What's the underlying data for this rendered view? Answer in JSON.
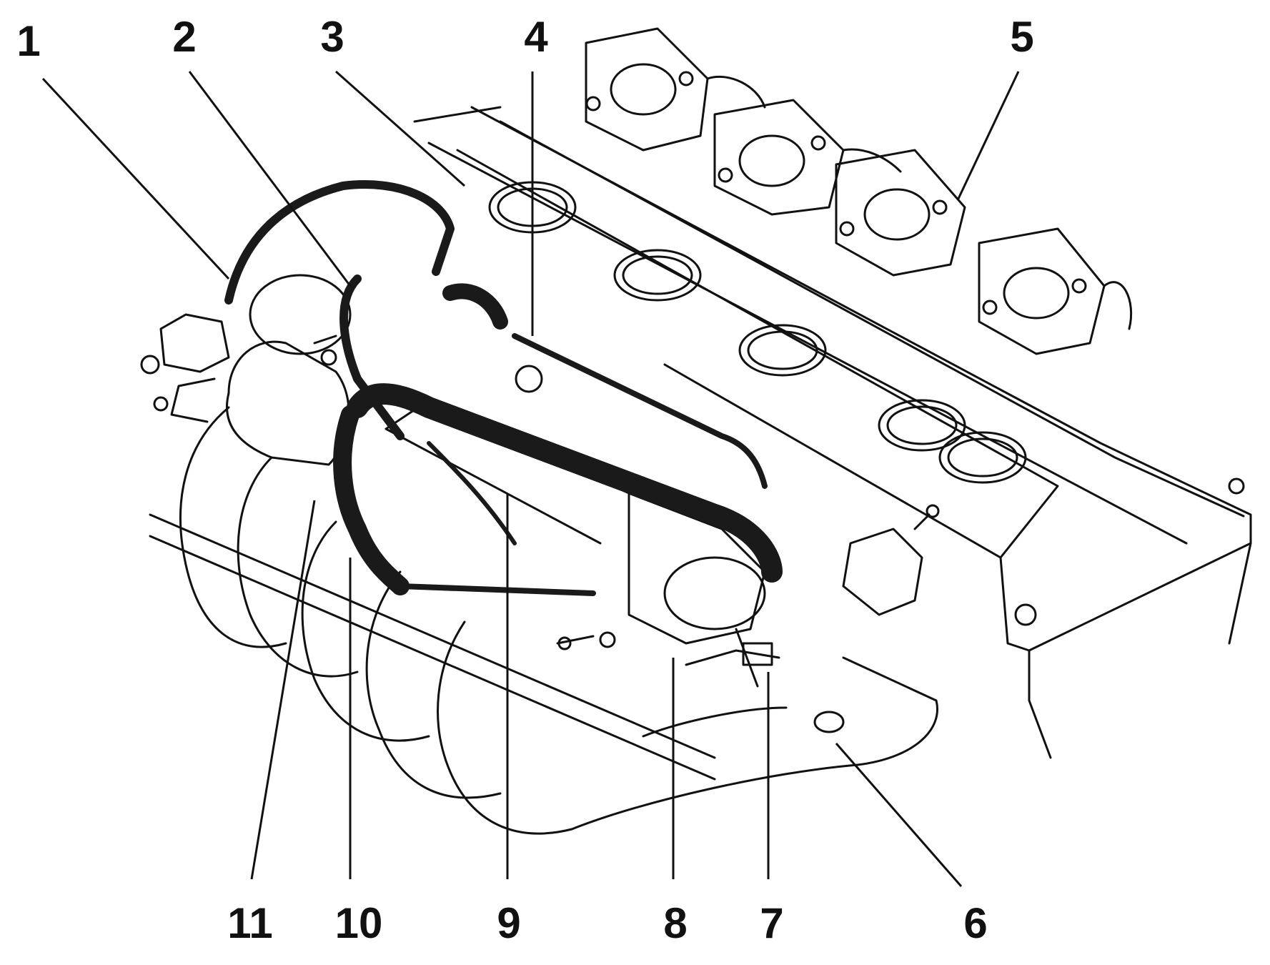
{
  "callouts": [
    {
      "id": "1",
      "label": "1"
    },
    {
      "id": "2",
      "label": "2"
    },
    {
      "id": "3",
      "label": "3"
    },
    {
      "id": "4",
      "label": "4"
    },
    {
      "id": "5",
      "label": "5"
    },
    {
      "id": "6",
      "label": "6"
    },
    {
      "id": "7",
      "label": "7"
    },
    {
      "id": "8",
      "label": "8"
    },
    {
      "id": "9",
      "label": "9"
    },
    {
      "id": "10",
      "label": "10"
    },
    {
      "id": "11",
      "label": "11"
    }
  ],
  "colors": {
    "ink": "#111111",
    "background": "#ffffff",
    "hose": "#1a1a1a"
  }
}
